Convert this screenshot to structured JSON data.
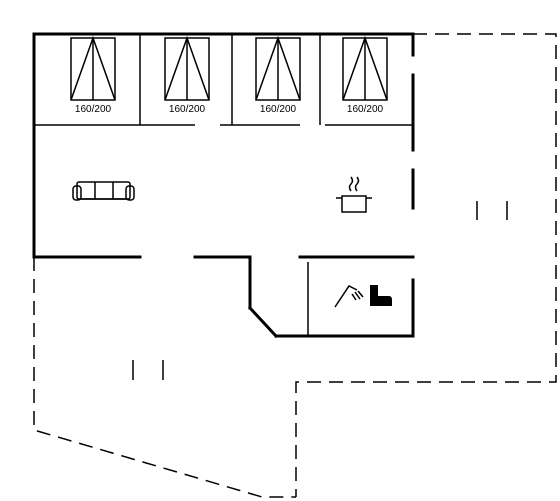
{
  "bedrooms": [
    {
      "bed_label": "160/200"
    },
    {
      "bed_label": "160/200"
    },
    {
      "bed_label": "160/200"
    },
    {
      "bed_label": "160/200"
    }
  ],
  "icons": [
    "sofa-icon",
    "cooking-pot-icon",
    "shower-icon",
    "toilet-icon"
  ]
}
